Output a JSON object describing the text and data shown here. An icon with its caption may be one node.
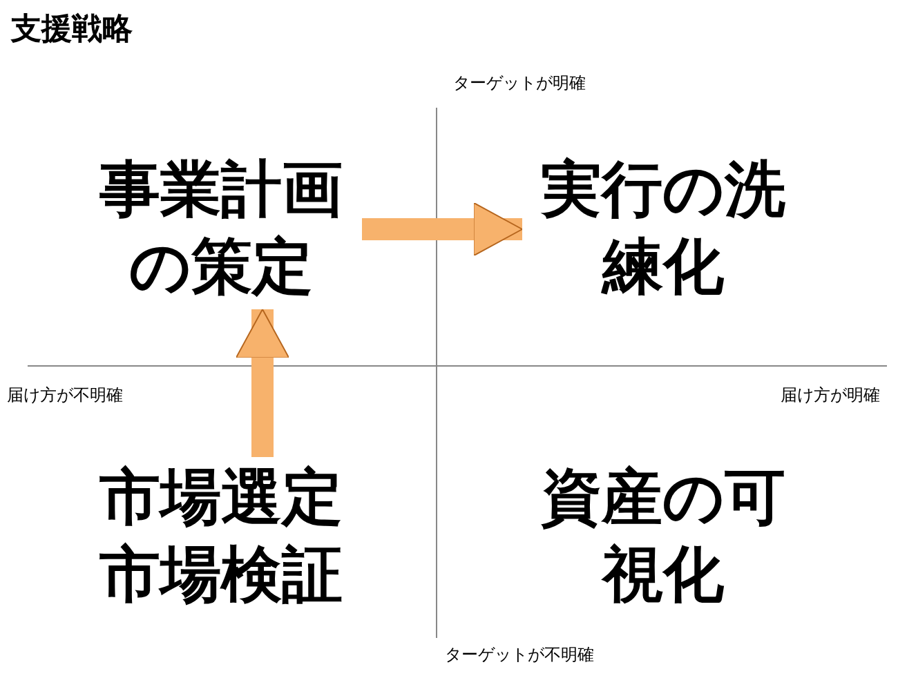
{
  "diagram": {
    "title": "支援戦略",
    "nodes": [
      {
        "text": [
          "事業計画の策定"
        ]
      },
      {
        "text": [
          "実行の洗練化"
        ]
      },
      {
        "text": [
          "市場選定",
          "市場検証"
        ]
      },
      {
        "text": [
          "資産の可視化"
        ]
      }
    ],
    "edges": [
      {
        "from": 0,
        "to": 1,
        "arrow": "to"
      },
      {
        "from": 2,
        "to": 0,
        "arrow": "to"
      }
    ],
    "labels": [
      "ターゲットが明確",
      "届け方が不明確",
      "届け方が明確",
      "ターゲットが不明確"
    ]
  }
}
